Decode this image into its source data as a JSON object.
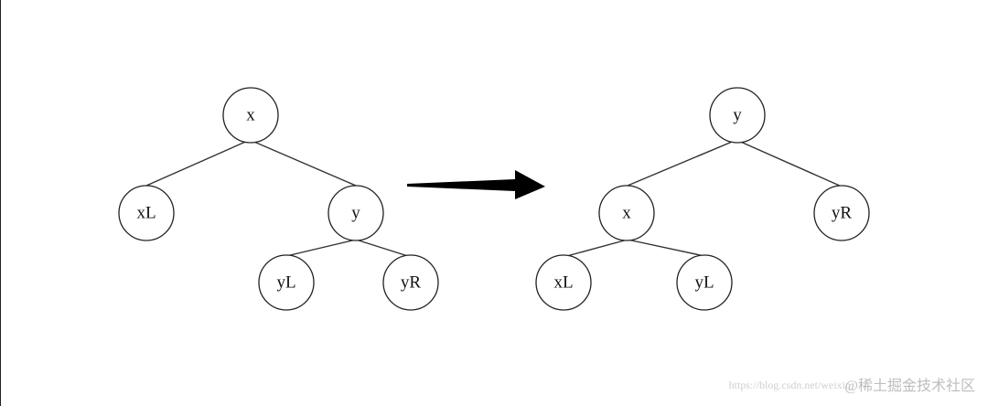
{
  "trees": {
    "before": {
      "nodes": [
        {
          "id": "x",
          "label": "x"
        },
        {
          "id": "xL",
          "label": "xL"
        },
        {
          "id": "y",
          "label": "y"
        },
        {
          "id": "yL",
          "label": "yL"
        },
        {
          "id": "yR",
          "label": "yR"
        }
      ],
      "edges": [
        [
          "x",
          "xL"
        ],
        [
          "x",
          "y"
        ],
        [
          "y",
          "yL"
        ],
        [
          "y",
          "yR"
        ]
      ]
    },
    "after": {
      "nodes": [
        {
          "id": "y",
          "label": "y"
        },
        {
          "id": "x",
          "label": "x"
        },
        {
          "id": "yR",
          "label": "yR"
        },
        {
          "id": "xL",
          "label": "xL"
        },
        {
          "id": "yL",
          "label": "yL"
        }
      ],
      "edges": [
        [
          "y",
          "x"
        ],
        [
          "y",
          "yR"
        ],
        [
          "x",
          "xL"
        ],
        [
          "x",
          "yL"
        ]
      ]
    }
  },
  "watermark": {
    "url": "https://blog.csdn.net/weixin",
    "brand": "@稀土掘金技术社区"
  },
  "colors": {
    "stroke": "#222222",
    "arrow": "#000000",
    "watermark": "#bdbdbd"
  }
}
